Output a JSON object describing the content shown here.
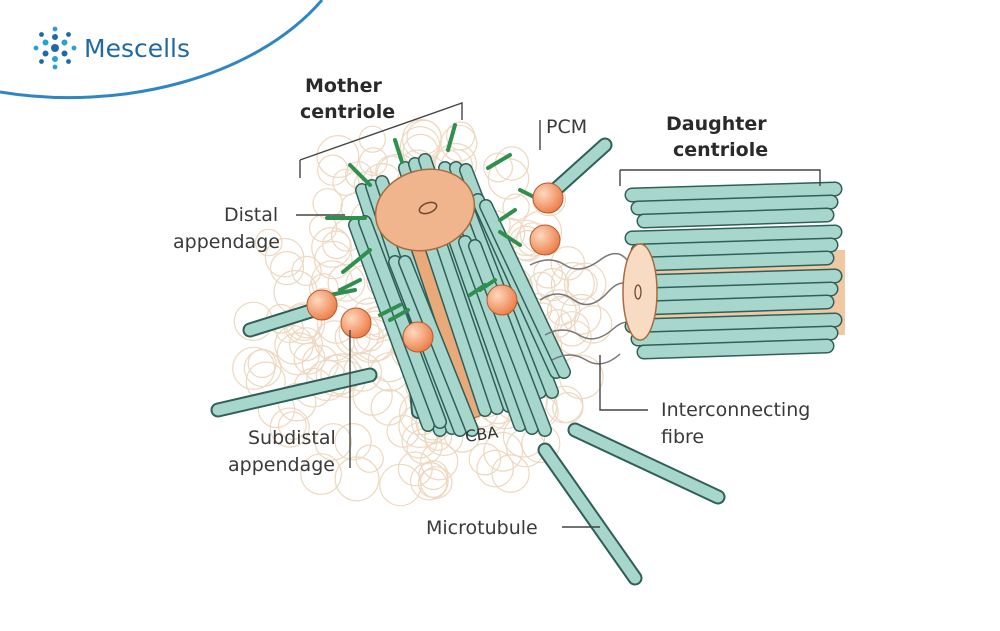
{
  "brand": {
    "name": "Mescells"
  },
  "labels": {
    "mother_line1": "Mother",
    "mother_line2": "centriole",
    "daughter_line1": "Daughter",
    "daughter_line2": "centriole",
    "pcm": "PCM",
    "distal_line1": "Distal",
    "distal_line2": "appendage",
    "subdistal_line1": "Subdistal",
    "subdistal_line2": "appendage",
    "interconnecting_line1": "Interconnecting",
    "interconnecting_line2": "fibre",
    "microtubule": "Microtubule",
    "triplet_letters": "CBA"
  },
  "colors": {
    "brand": "#1f6aa6",
    "arc": "#2f86c2",
    "tube_fill": "#a7d6cc",
    "tube_stroke": "#2f5f58",
    "orange": "#f1b58e",
    "orange_ball": "#f28f5f",
    "green_appendage": "#2f8f4e",
    "pcm_blob": "#eed8c0"
  }
}
